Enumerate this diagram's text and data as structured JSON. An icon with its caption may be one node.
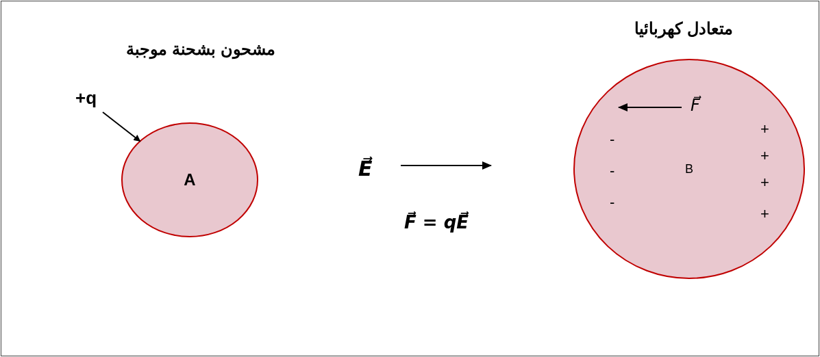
{
  "diagram": {
    "nodes": [
      {
        "text": [
          "مشحون بشحنة موجبة",
          "A"
        ]
      },
      {
        "text": [
          "+q"
        ]
      },
      {
        "text": [
          "متعادل كهربائيا",
          "B"
        ]
      }
    ],
    "edges": [
      {
        "from": 1,
        "to": 0,
        "arrow": "to"
      }
    ],
    "labels": [
      "E⃗",
      "F⃗ = qE⃗",
      "F⃗",
      "-",
      "-",
      "-",
      "+",
      "+",
      "+",
      "+"
    ]
  }
}
